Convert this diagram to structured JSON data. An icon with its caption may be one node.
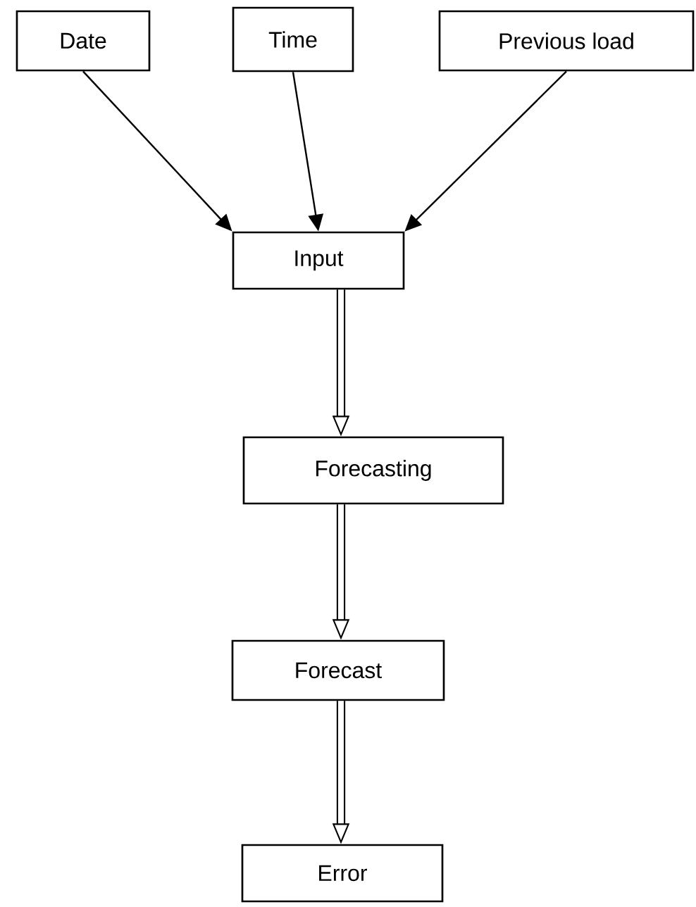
{
  "diagram": {
    "nodes": [
      {
        "text": [
          "Date"
        ]
      },
      {
        "text": [
          "Time"
        ]
      },
      {
        "text": [
          "Previous load"
        ]
      },
      {
        "text": [
          "Input"
        ]
      },
      {
        "text": [
          "Forecasting"
        ]
      },
      {
        "text": [
          "Forecast"
        ]
      },
      {
        "text": [
          "Error"
        ]
      }
    ],
    "edges": [
      {
        "from": 0,
        "to": 3,
        "arrow": "to"
      },
      {
        "from": 1,
        "to": 3,
        "arrow": "to"
      },
      {
        "from": 2,
        "to": 3,
        "arrow": "to"
      },
      {
        "from": 3,
        "to": 4,
        "arrow": "to",
        "style": "thick"
      },
      {
        "from": 4,
        "to": 5,
        "arrow": "to",
        "style": "thick"
      },
      {
        "from": 5,
        "to": 6,
        "arrow": "to",
        "style": "thick"
      }
    ]
  }
}
